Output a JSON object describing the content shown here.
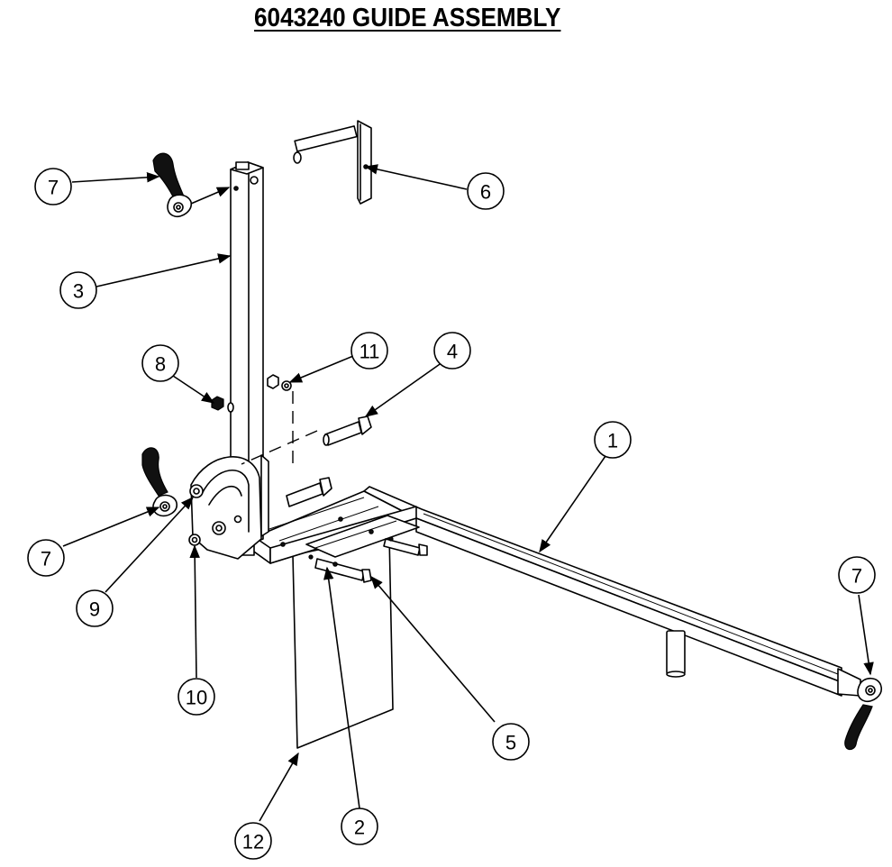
{
  "title": "6043240  GUIDE ASSEMBLY",
  "callouts": [
    "1",
    "2",
    "3",
    "4",
    "5",
    "6",
    "7",
    "7",
    "7",
    "8",
    "9",
    "10",
    "11",
    "12"
  ]
}
